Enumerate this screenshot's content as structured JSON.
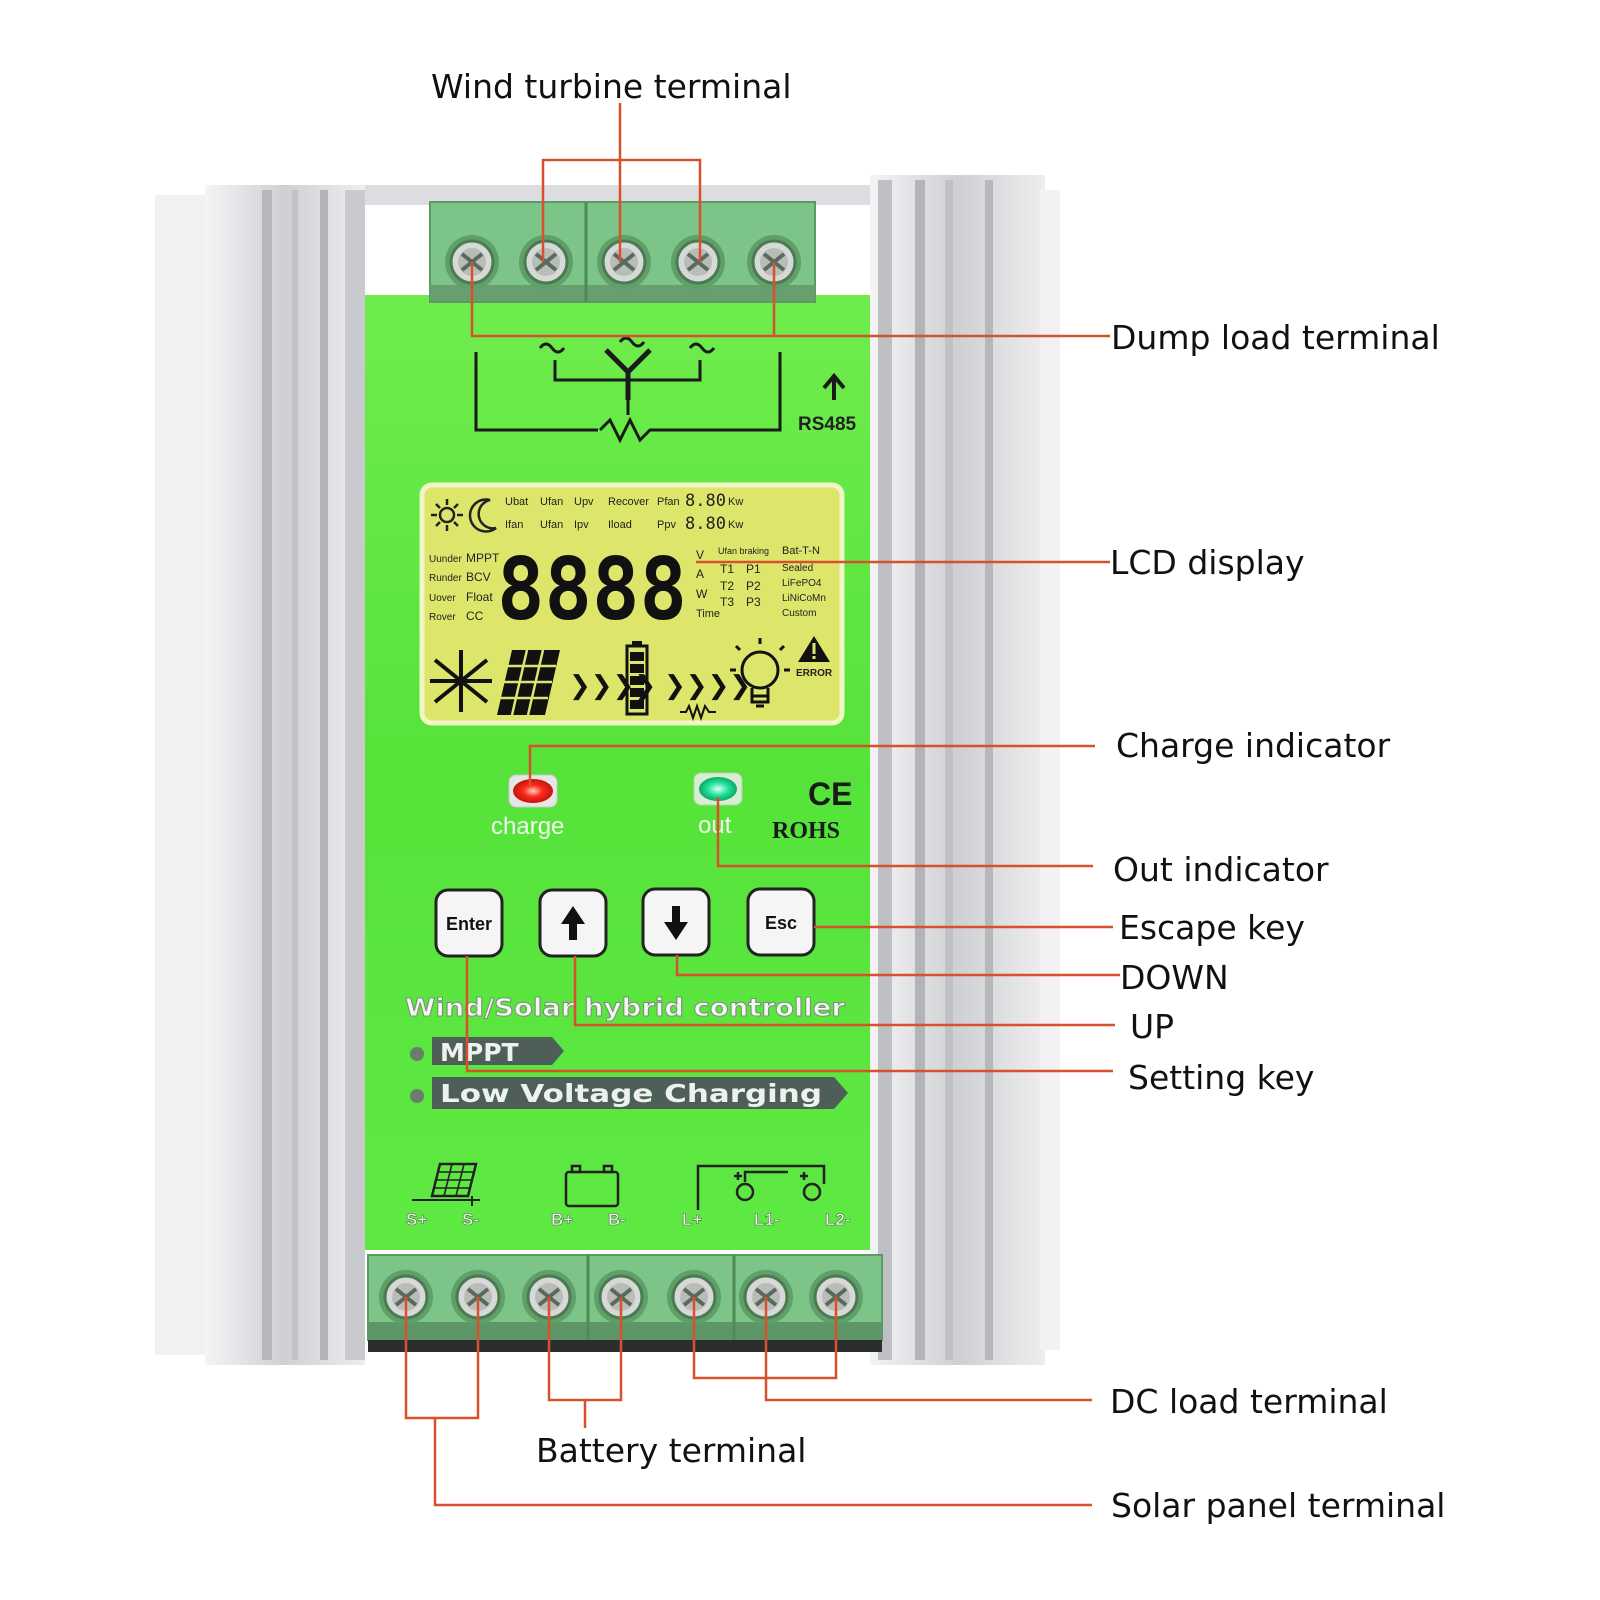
{
  "callouts": {
    "wind_turbine_terminal": "Wind turbine terminal",
    "dump_load_terminal": "Dump load terminal",
    "lcd_display": "LCD display",
    "charge_indicator": "Charge indicator",
    "out_indicator": "Out indicator",
    "escape_key": "Escape key",
    "down": "DOWN",
    "up": "UP",
    "setting_key": "Setting key",
    "dc_load_terminal": "DC load terminal",
    "battery_terminal": "Battery terminal",
    "solar_panel_terminal": "Solar panel terminal"
  },
  "panel": {
    "rs485": "RS485",
    "charge_label": "charge",
    "out_label": "out",
    "ce_mark": "CE",
    "rohs_mark": "ROHS",
    "keys": {
      "enter": "Enter",
      "esc": "Esc"
    },
    "product_title": "Wind/Solar  hybrid  controller",
    "badge_mppt": "MPPT",
    "badge_low_voltage": "Low Voltage Charging",
    "terminal_labels": {
      "s_plus": "S+",
      "s_minus": "S-",
      "b_plus": "B+",
      "b_minus": "B-",
      "l_plus": "L+",
      "l1_minus": "L1-",
      "l2_minus": "L2-"
    }
  },
  "lcd": {
    "row1": [
      "Ubat",
      "Ufan",
      "Upv",
      "Recover",
      "Pfan"
    ],
    "row2": [
      "Ifan",
      "Ufan",
      "Ipv",
      "Iload",
      "Ppv"
    ],
    "power_value": "8.80",
    "power_unit": "Kw",
    "left_col1": [
      "Uunder",
      "Runder",
      "Uover",
      "Rover"
    ],
    "left_col2": [
      "MPPT",
      "BCV",
      "Float",
      "CC"
    ],
    "main_digits": "8888",
    "units": [
      "V",
      "A",
      "W",
      "Time"
    ],
    "timers": [
      "T1",
      "P1",
      "T2",
      "P2",
      "T3",
      "P3"
    ],
    "ufan_braking": "Ufan braking",
    "battery_types": [
      "Bat-T-N",
      "Sealed",
      "LiFePO4",
      "LiNiCoMn",
      "Custom"
    ],
    "error": "ERROR"
  },
  "colors": {
    "green_panel": "#55e33a",
    "lcd_bg": "#dde66a",
    "callout_line": "#d9502c",
    "terminal_green": "#6fbf7a",
    "aluminum": "#d8d9dc"
  }
}
